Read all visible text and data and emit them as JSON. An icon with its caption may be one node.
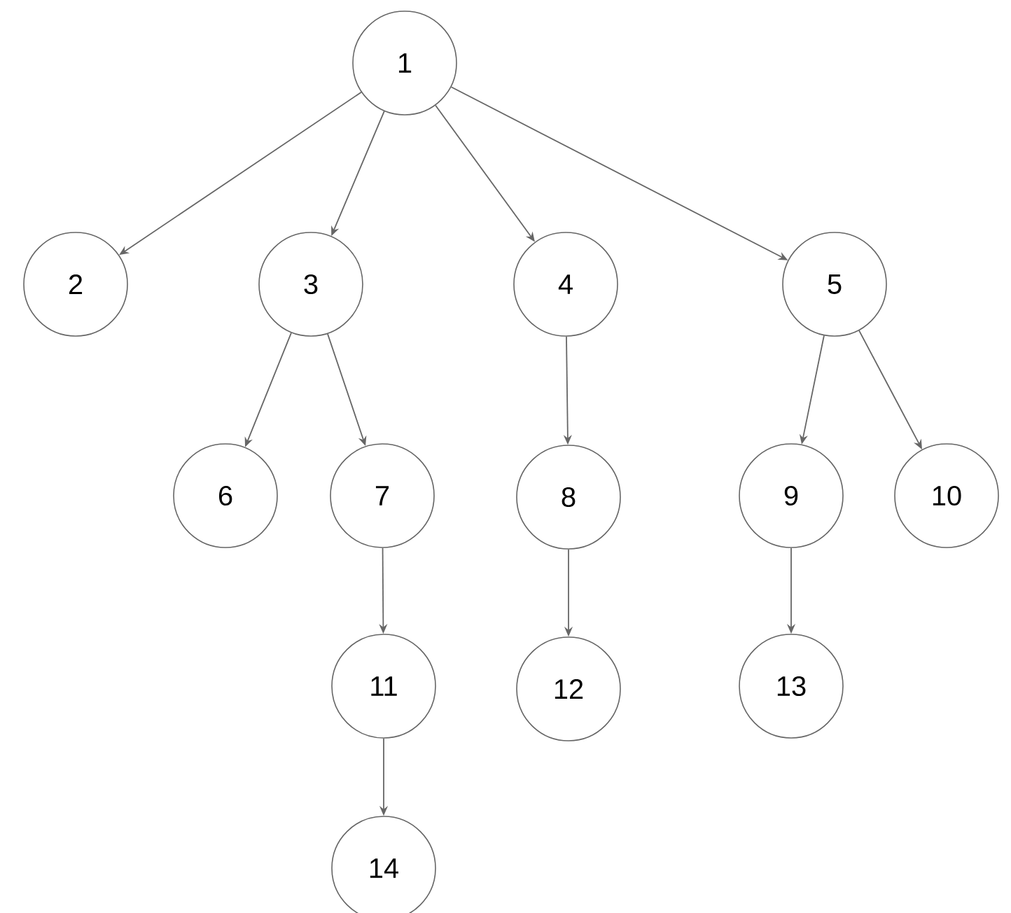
{
  "diagram": {
    "nodes": [
      {
        "text": [
          "1"
        ]
      },
      {
        "text": [
          "2"
        ]
      },
      {
        "text": [
          "3"
        ]
      },
      {
        "text": [
          "4"
        ]
      },
      {
        "text": [
          "5"
        ]
      },
      {
        "text": [
          "6"
        ]
      },
      {
        "text": [
          "7"
        ]
      },
      {
        "text": [
          "8"
        ]
      },
      {
        "text": [
          "9"
        ]
      },
      {
        "text": [
          "10"
        ]
      },
      {
        "text": [
          "11"
        ]
      },
      {
        "text": [
          "12"
        ]
      },
      {
        "text": [
          "13"
        ]
      },
      {
        "text": [
          "14"
        ]
      }
    ],
    "edges": [
      {
        "from": 0,
        "to": 1,
        "arrow": "to"
      },
      {
        "from": 0,
        "to": 2,
        "arrow": "to"
      },
      {
        "from": 0,
        "to": 3,
        "arrow": "to"
      },
      {
        "from": 0,
        "to": 4,
        "arrow": "to"
      },
      {
        "from": 2,
        "to": 5,
        "arrow": "to"
      },
      {
        "from": 2,
        "to": 6,
        "arrow": "to"
      },
      {
        "from": 3,
        "to": 7,
        "arrow": "to"
      },
      {
        "from": 4,
        "to": 8,
        "arrow": "to"
      },
      {
        "from": 4,
        "to": 9,
        "arrow": "to"
      },
      {
        "from": 6,
        "to": 10,
        "arrow": "to"
      },
      {
        "from": 7,
        "to": 11,
        "arrow": "to"
      },
      {
        "from": 8,
        "to": 12,
        "arrow": "to"
      },
      {
        "from": 10,
        "to": 13,
        "arrow": "to"
      }
    ]
  }
}
